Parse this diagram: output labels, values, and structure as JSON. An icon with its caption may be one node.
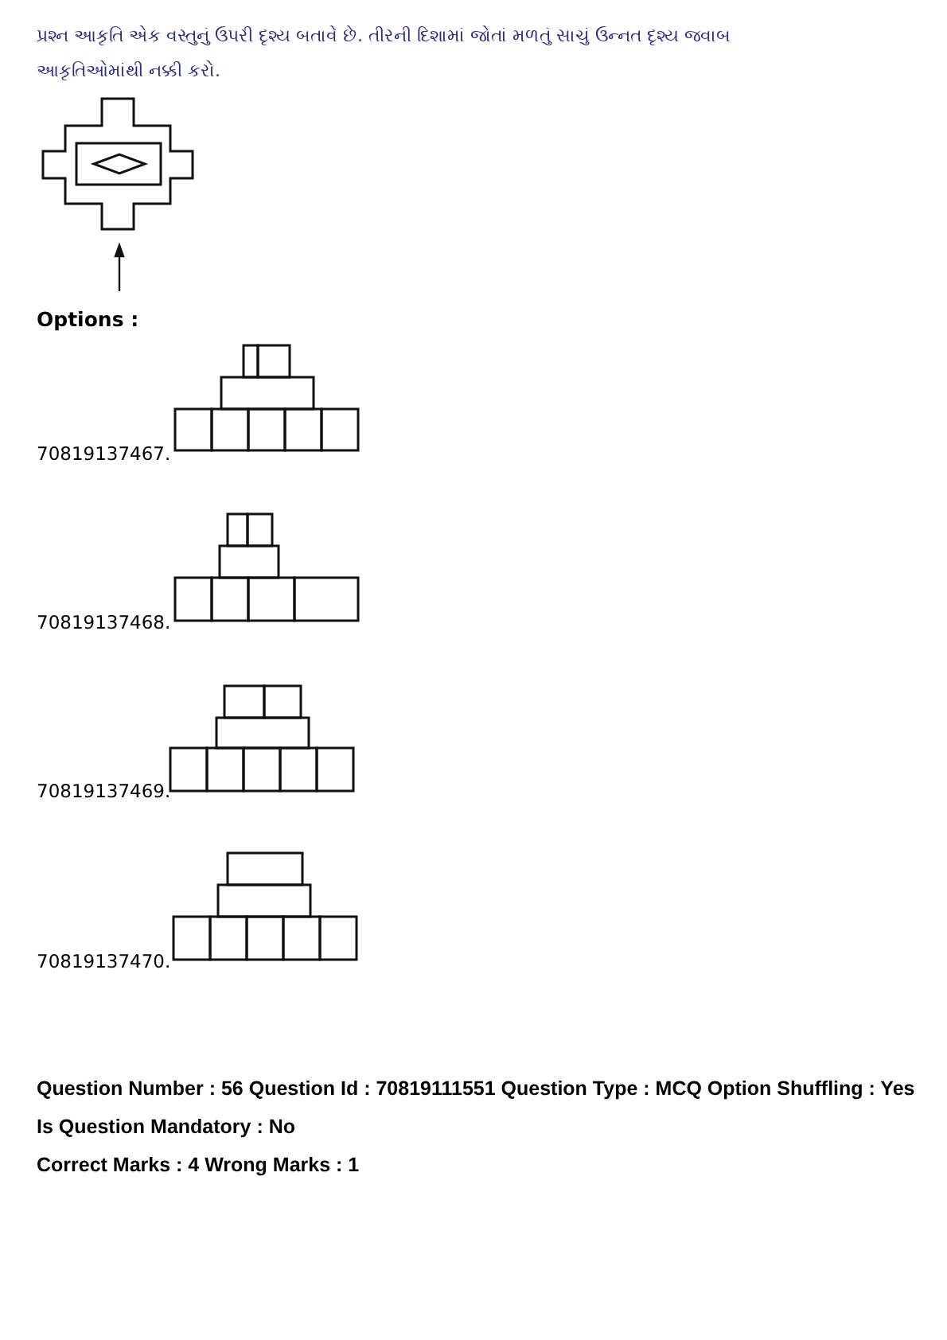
{
  "diagram": {
    "labels": [
      "પ્રશ્ન આકૃતિ એક વસ્તુનું ઉપરી દૃશ્ય બતાવે છે. તીરની દિશામાં જોતાં મળતું સાચું ઉન્નત દૃશ્ય જવાબ આકૃતિઓમાંથી નક્કી કરો.",
      "Options :",
      "70819137467.",
      "70819137468.",
      "70819137469.",
      "70819137470.",
      "Question Number : 56 Question Id : 70819111551 Question Type : MCQ Option Shuffling : Yes",
      "Is Question Mandatory : No",
      "Correct Marks : 4 Wrong Marks : 1"
    ]
  }
}
